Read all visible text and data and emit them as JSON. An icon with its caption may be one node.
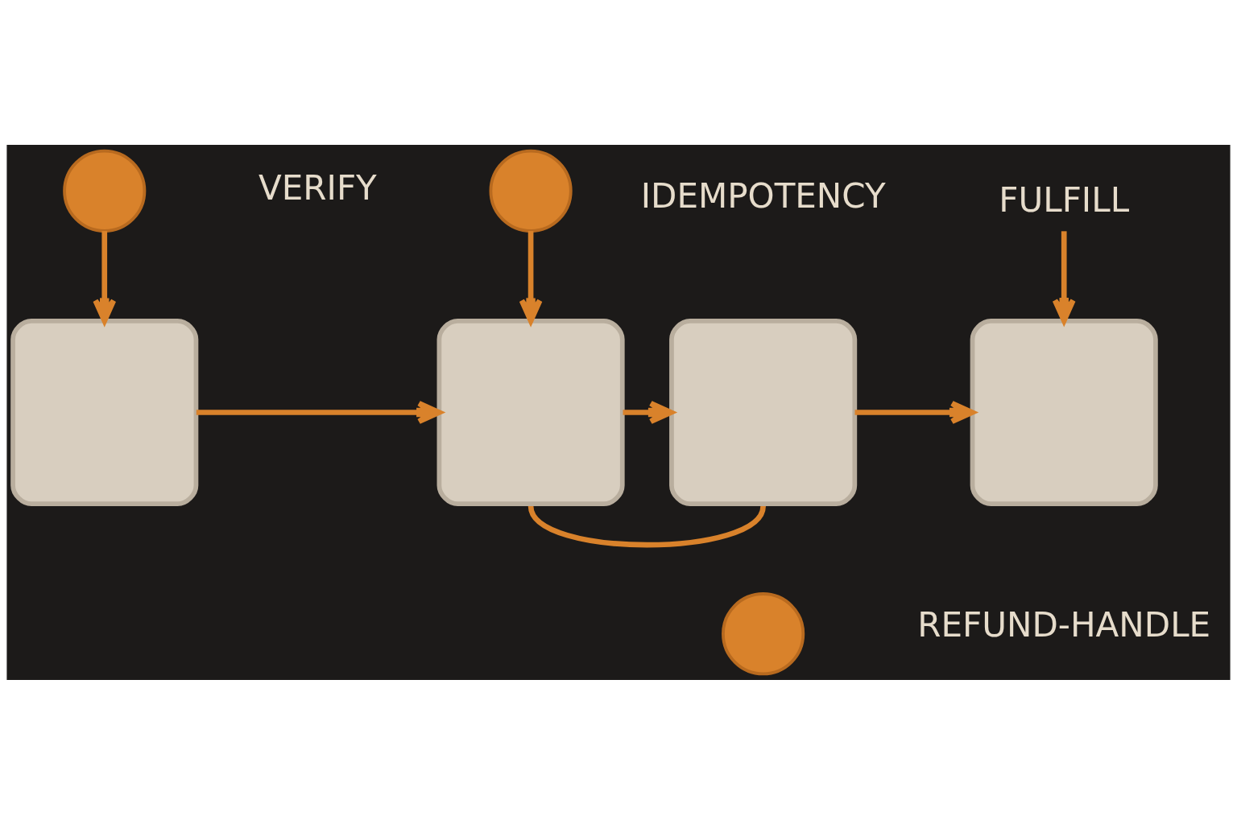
{
  "diagram": {
    "nodes": [
      {
        "text": [],
        "shape": "circle",
        "beside": [
          "VERIFY"
        ]
      },
      {
        "text": [],
        "shape": "circle",
        "beside": [
          "IDEMPOTENCY"
        ]
      },
      {
        "text": [
          "FULFILL"
        ]
      },
      {
        "text": [],
        "shape": "box"
      },
      {
        "text": [],
        "shape": "box"
      },
      {
        "text": [],
        "shape": "box"
      },
      {
        "text": [],
        "shape": "box"
      },
      {
        "text": [],
        "shape": "circle",
        "beside": [
          "REFUND-HANDLE"
        ]
      }
    ],
    "edges": [
      {
        "from": 0,
        "to": 3,
        "arrow": "to"
      },
      {
        "from": 1,
        "to": 4,
        "arrow": "to"
      },
      {
        "from": 2,
        "to": 6,
        "arrow": "to"
      },
      {
        "from": 3,
        "to": 4,
        "arrow": "to"
      },
      {
        "from": 4,
        "to": 5,
        "arrow": "to"
      },
      {
        "from": 5,
        "to": 6,
        "arrow": "to"
      },
      {
        "from": 4,
        "to": 5,
        "arrow": "none"
      }
    ]
  }
}
